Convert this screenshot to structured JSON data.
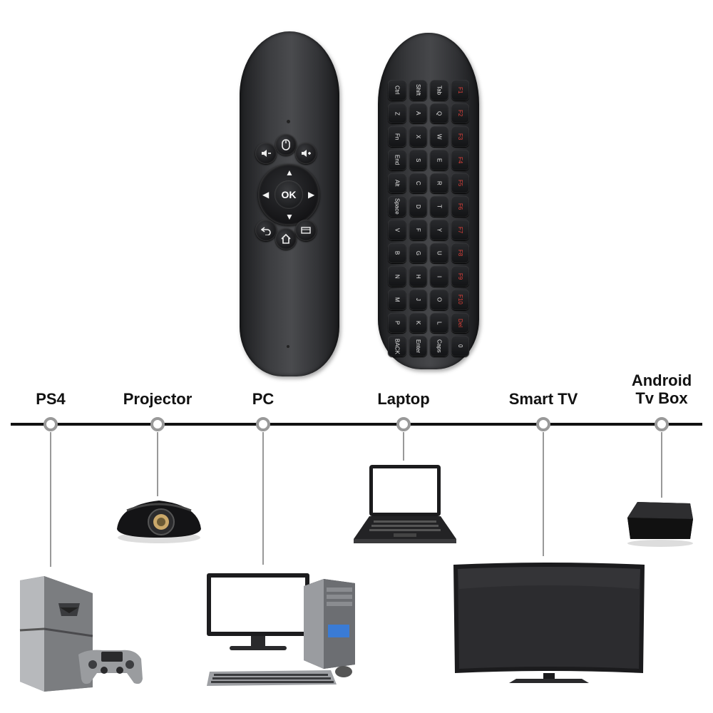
{
  "remote": {
    "ok_label": "OK",
    "keys": [
      [
        "Ctrl",
        "Shift",
        "Tab",
        "F1"
      ],
      [
        "Z",
        "A",
        "Q",
        "F2"
      ],
      [
        "Fn",
        "X",
        "W",
        "F3"
      ],
      [
        "End",
        "S",
        "E",
        "F4"
      ],
      [
        "Alt",
        "C",
        "R",
        "F5"
      ],
      [
        "Space",
        "D",
        "T",
        "F6"
      ],
      [
        "V",
        "F",
        "Y",
        "F7"
      ],
      [
        "B",
        "G",
        "U",
        "F8"
      ],
      [
        "N",
        "H",
        "I",
        "F9"
      ],
      [
        "M",
        "J",
        "O",
        "F10"
      ],
      [
        "P",
        "K",
        "L",
        "Del"
      ],
      [
        "BACK",
        "Enter",
        "Caps",
        "0"
      ]
    ]
  },
  "devices": [
    {
      "label": "PS4"
    },
    {
      "label": "Projector"
    },
    {
      "label": "PC"
    },
    {
      "label": "Laptop"
    },
    {
      "label": "Smart TV"
    },
    {
      "label_line1": "Android",
      "label_line2": "Tv Box"
    }
  ],
  "colors": {
    "timeline": "#111111",
    "connector": "#999999",
    "accent_key": "#e0403a"
  }
}
